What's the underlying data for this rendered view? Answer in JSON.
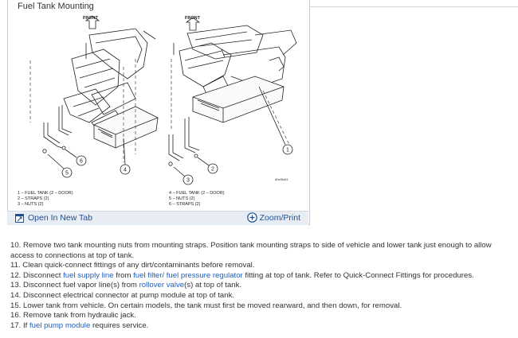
{
  "figure": {
    "title": "Fuel Tank Mounting",
    "front_label": "FRONT",
    "callouts": [
      "1",
      "2",
      "3",
      "4",
      "5",
      "6"
    ],
    "code": "80ef5d81",
    "legend_left": [
      "1 – FUEL TANK (2 – DOOR)",
      "2 – STRAPS (2)",
      "3 – NUTS (2)"
    ],
    "legend_right": [
      "4 – FUEL TANK (2 – DOOR)",
      "5 – NUTS (2)",
      "6 – STRAPS (2)"
    ],
    "open_tab_label": "Open In New Tab",
    "zoom_label": "Zoom/Print"
  },
  "steps": [
    {
      "n": "10.",
      "parts": [
        {
          "t": "Remove two tank mounting nuts from mounting straps. Position tank mounting straps to side of vehicle and lower tank just enough to allow access to connections at top of tank."
        }
      ]
    },
    {
      "n": "11.",
      "parts": [
        {
          "t": "Clean quick-connect fittings of any dirt/contaminants before removal."
        }
      ]
    },
    {
      "n": "12.",
      "parts": [
        {
          "t": "Disconnect "
        },
        {
          "t": "fuel supply line",
          "link": true
        },
        {
          "t": " from "
        },
        {
          "t": "fuel filter/ fuel pressure regulator",
          "link": true
        },
        {
          "t": " fitting at top of tank. Refer to Quick-Connect Fittings for procedures."
        }
      ]
    },
    {
      "n": "13.",
      "parts": [
        {
          "t": "Disconnect fuel vapor line(s) from "
        },
        {
          "t": "rollover valve",
          "link": true
        },
        {
          "t": "(s) at top of tank."
        }
      ]
    },
    {
      "n": "14.",
      "parts": [
        {
          "t": "Disconnect electrical connector at pump module at top of tank."
        }
      ]
    },
    {
      "n": "15.",
      "parts": [
        {
          "t": "Lower tank from vehicle. On certain models, the tank must first be moved rearward, and then down, for removal."
        }
      ]
    },
    {
      "n": "16.",
      "parts": [
        {
          "t": "Remove tank from hydraulic jack."
        }
      ]
    },
    {
      "n": "17.",
      "parts": [
        {
          "t": "If "
        },
        {
          "t": "fuel pump module",
          "link": true
        },
        {
          "t": " requires service."
        }
      ]
    }
  ]
}
